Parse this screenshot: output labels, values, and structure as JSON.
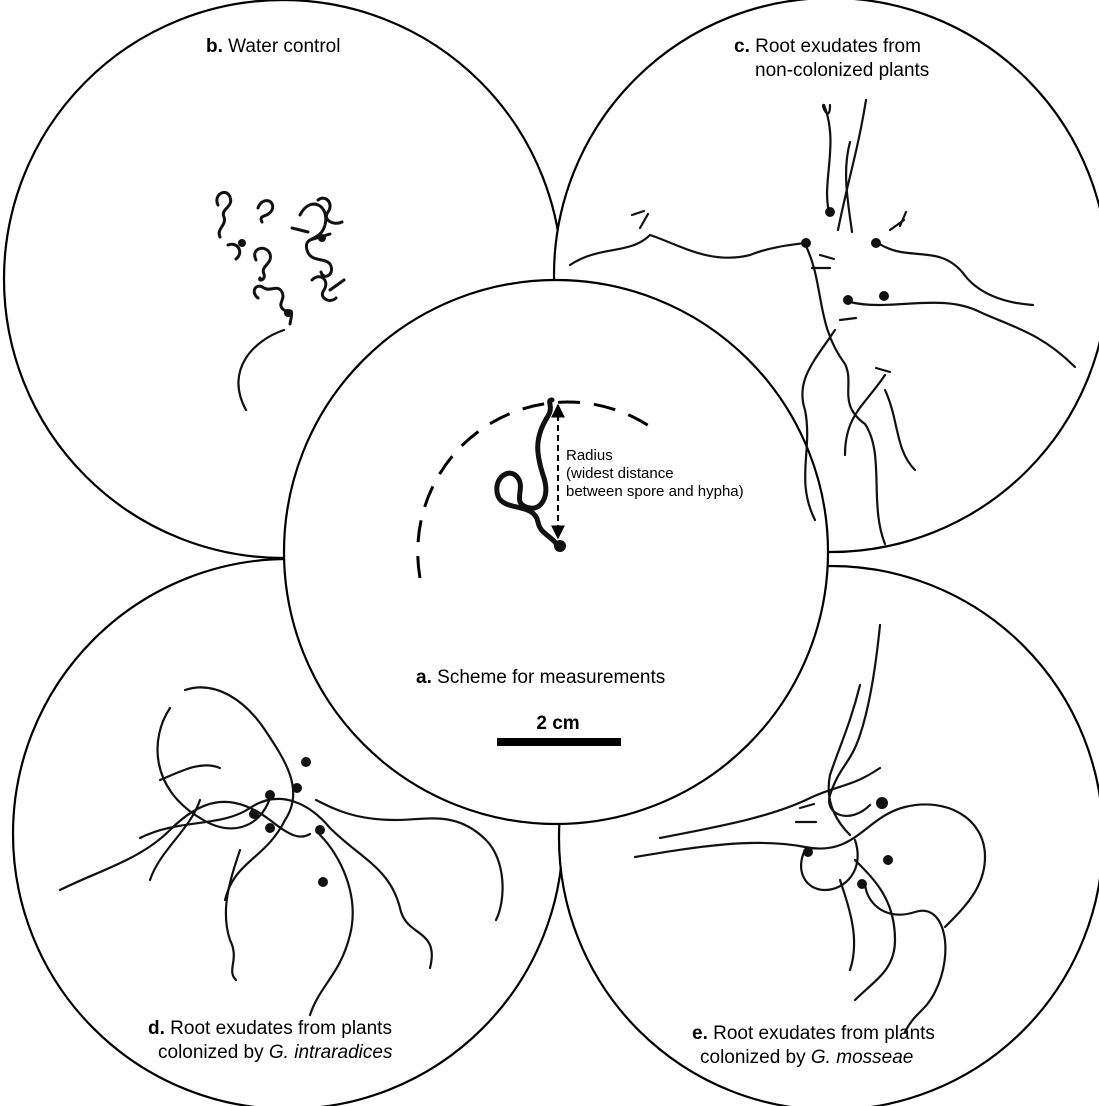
{
  "panels": {
    "a": {
      "letter": "a.",
      "title": "Scheme for measurements"
    },
    "b": {
      "letter": "b.",
      "title": "Water control"
    },
    "c": {
      "letter": "c.",
      "line1": "Root exudates from",
      "line2": "non-colonized plants"
    },
    "d": {
      "letter": "d.",
      "line1": "Root exudates from plants",
      "line2_prefix": "colonized by ",
      "line2_species": "G. intraradices"
    },
    "e": {
      "letter": "e.",
      "line1": "Root exudates from plants",
      "line2_prefix": "colonized by ",
      "line2_species": "G. mosseae"
    }
  },
  "radius_label": {
    "line1": "Radius",
    "line2": "(widest distance",
    "line3": "between spore and hypha)"
  },
  "scale_bar": {
    "label": "2 cm"
  },
  "colors": {
    "ink": "#000000",
    "background": "#ffffff"
  }
}
